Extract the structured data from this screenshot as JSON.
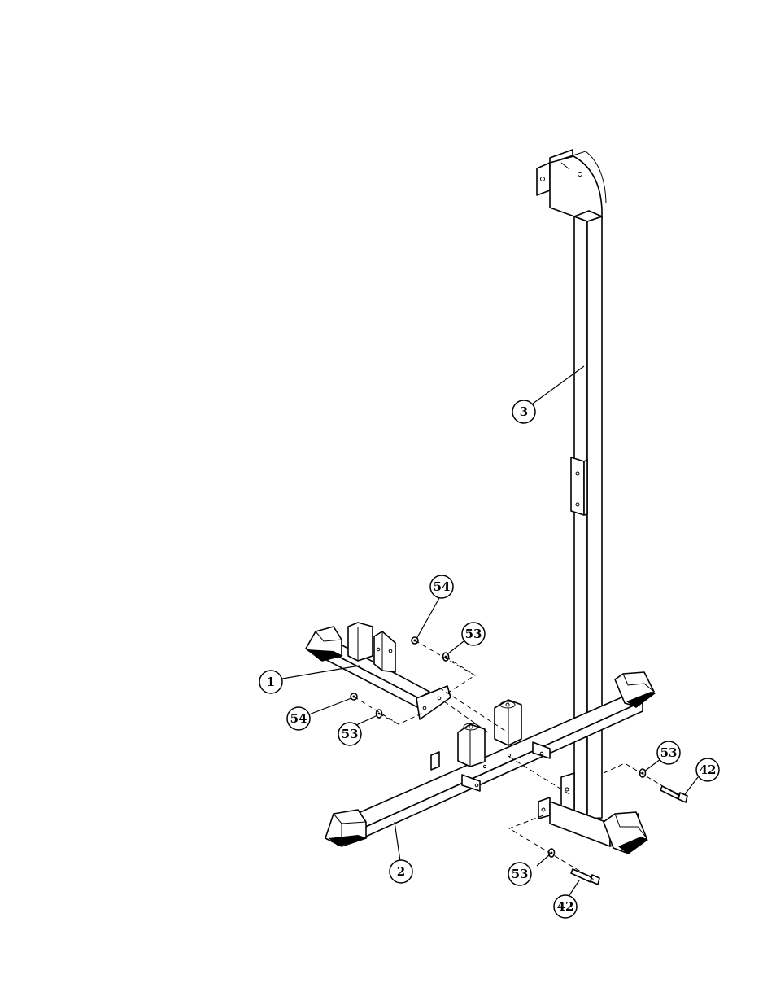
{
  "callouts": {
    "part_1": "1",
    "part_2": "2",
    "part_3": "3",
    "part_42_upper": "42",
    "part_42_lower": "42",
    "part_53_upper_left": "53",
    "part_53_lower_left": "53",
    "part_53_upper_right": "53",
    "part_53_lower_right": "53",
    "part_54_upper": "54",
    "part_54_lower": "54"
  }
}
